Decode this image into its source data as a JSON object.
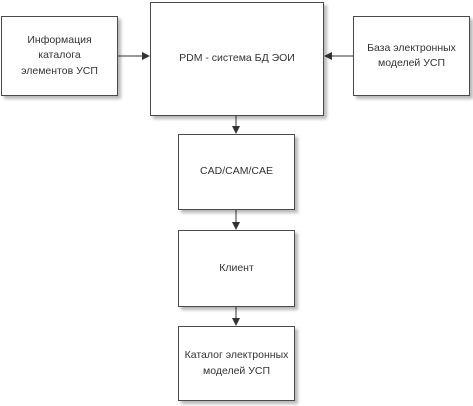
{
  "diagram": {
    "nodes": {
      "catalog_info": "Информация каталога\nэлементов УСП",
      "pdm": "PDM - система БД ЭОИ",
      "models_db": "База электронных\nмоделей УСП",
      "cad": "CAD/CAM/CAE",
      "client": "Клиент",
      "catalog_ukp": "Каталог электронных\nмоделей УСП"
    },
    "edges": [
      {
        "from": "catalog_info",
        "to": "pdm"
      },
      {
        "from": "models_db",
        "to": "pdm"
      },
      {
        "from": "pdm",
        "to": "cad"
      },
      {
        "from": "cad",
        "to": "client"
      },
      {
        "from": "client",
        "to": "catalog_ukp"
      }
    ],
    "colors": {
      "stroke": "#333333",
      "text": "#333333"
    }
  }
}
